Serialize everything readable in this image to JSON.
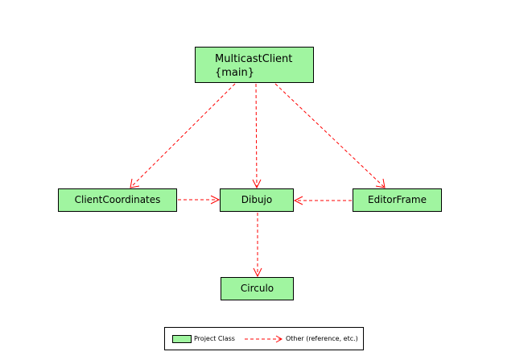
{
  "diagram": {
    "nodes": [
      {
        "id": "main",
        "label": "MulticastClient",
        "stereotype": "{main}"
      },
      {
        "id": "cc",
        "label": "ClientCoordinates"
      },
      {
        "id": "dib",
        "label": "Dibujo"
      },
      {
        "id": "ef",
        "label": "EditorFrame"
      },
      {
        "id": "circ",
        "label": "Circulo"
      }
    ],
    "edges": [
      {
        "from": "MulticastClient",
        "to": "ClientCoordinates",
        "kind": "other"
      },
      {
        "from": "MulticastClient",
        "to": "Dibujo",
        "kind": "other"
      },
      {
        "from": "MulticastClient",
        "to": "EditorFrame",
        "kind": "other"
      },
      {
        "from": "ClientCoordinates",
        "to": "Dibujo",
        "kind": "other"
      },
      {
        "from": "EditorFrame",
        "to": "Dibujo",
        "kind": "other"
      },
      {
        "from": "Dibujo",
        "to": "Circulo",
        "kind": "other"
      }
    ],
    "colors": {
      "class_fill": "#a0f5a0",
      "edge": "#ff0000",
      "border": "#000000"
    }
  },
  "legend": {
    "project_class": "Project Class",
    "other": "Other (reference, etc.)"
  }
}
